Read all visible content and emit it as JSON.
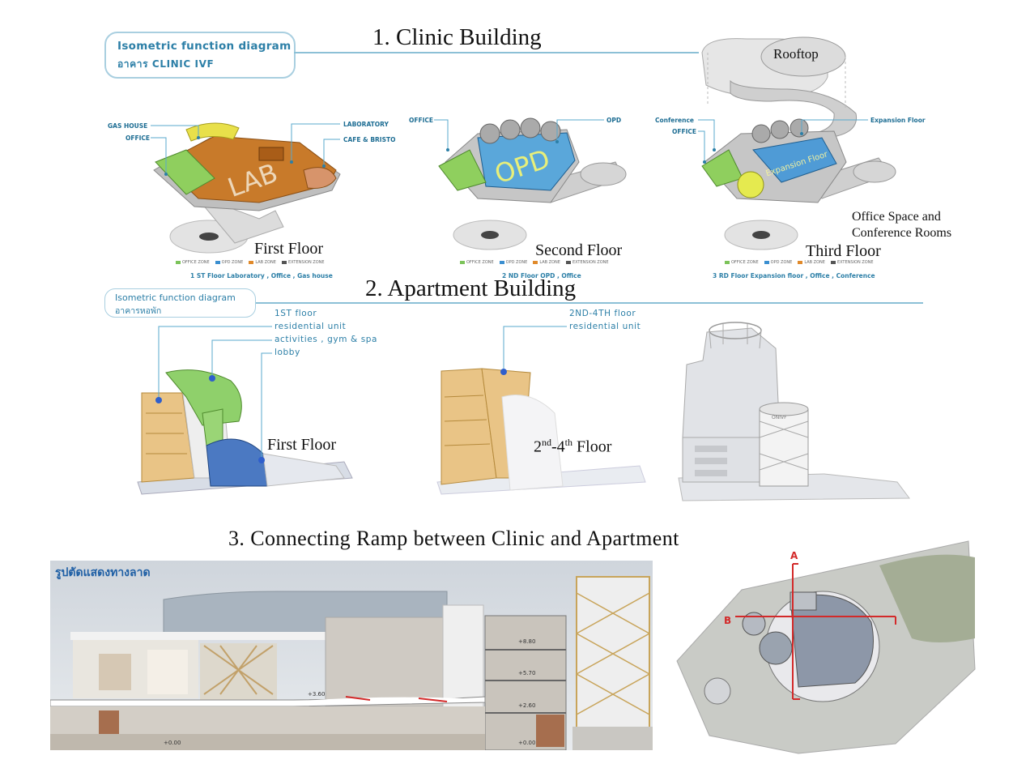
{
  "sections": {
    "clinic_title": "1. Clinic Building",
    "apartment_title": "2. Apartment Building",
    "ramp_title": "3. Connecting Ramp between Clinic and Apartment"
  },
  "clinic": {
    "badge_line1": "Isometric function diagram",
    "badge_line2": "อาคาร CLINIC IVF",
    "rooftop": "Rooftop",
    "floors": {
      "first": "First Floor",
      "second": "Second Floor",
      "third": "Third Floor"
    },
    "office_note_line1": "Office Space and",
    "office_note_line2": "Conference Rooms",
    "tags": {
      "gas_house": "GAS HOUSE",
      "office_1": "OFFICE",
      "laboratory": "LABORATORY",
      "cafe": "CAFE & BRISTO",
      "office_2": "OFFICE",
      "opd": "OPD",
      "conference": "Conference",
      "office_3": "OFFICE",
      "expansion": "Expansion Floor"
    },
    "model_text": {
      "lab": "LAB",
      "opd": "OPD",
      "expansion": "Expansion Floor"
    },
    "legend": [
      "OFFICE ZONE",
      "OPD ZONE",
      "LAB ZONE",
      "EXTENSION ZONE"
    ],
    "captions": {
      "first": "1 ST Floor Laboratory , Office , Gas house",
      "second": "2 ND Floor OPD , Office",
      "third": "3 RD Floor Expansion floor , Office , Conference"
    },
    "colors": {
      "office": "#7cc35a",
      "opd": "#3b8fd0",
      "lab": "#e08a2b",
      "extension": "#555555"
    }
  },
  "apartment": {
    "badge_line1": "Isometric function diagram",
    "badge_line2": "อาคารหอพัก",
    "first_tags": [
      "1ST floor",
      "residential unit",
      "activities , gym & spa",
      "lobby"
    ],
    "second_tags": [
      "2ND-4TH floor",
      "residential unit"
    ],
    "first_floor": "First Floor",
    "upper_floor_num": "2",
    "upper_floor_sup1": "nd",
    "upper_floor_mid": "-4",
    "upper_floor_sup2": "th",
    "upper_floor_rest": " Floor",
    "tower_sign": "ONIVF"
  },
  "ramp": {
    "section_label": "รูปตัดแสดงทางลาด",
    "elevations": [
      "+8.80",
      "+5.70",
      "+3.60",
      "+2.60",
      "+0.00",
      "+0.00"
    ],
    "plan_marks": [
      "A",
      "B"
    ]
  }
}
